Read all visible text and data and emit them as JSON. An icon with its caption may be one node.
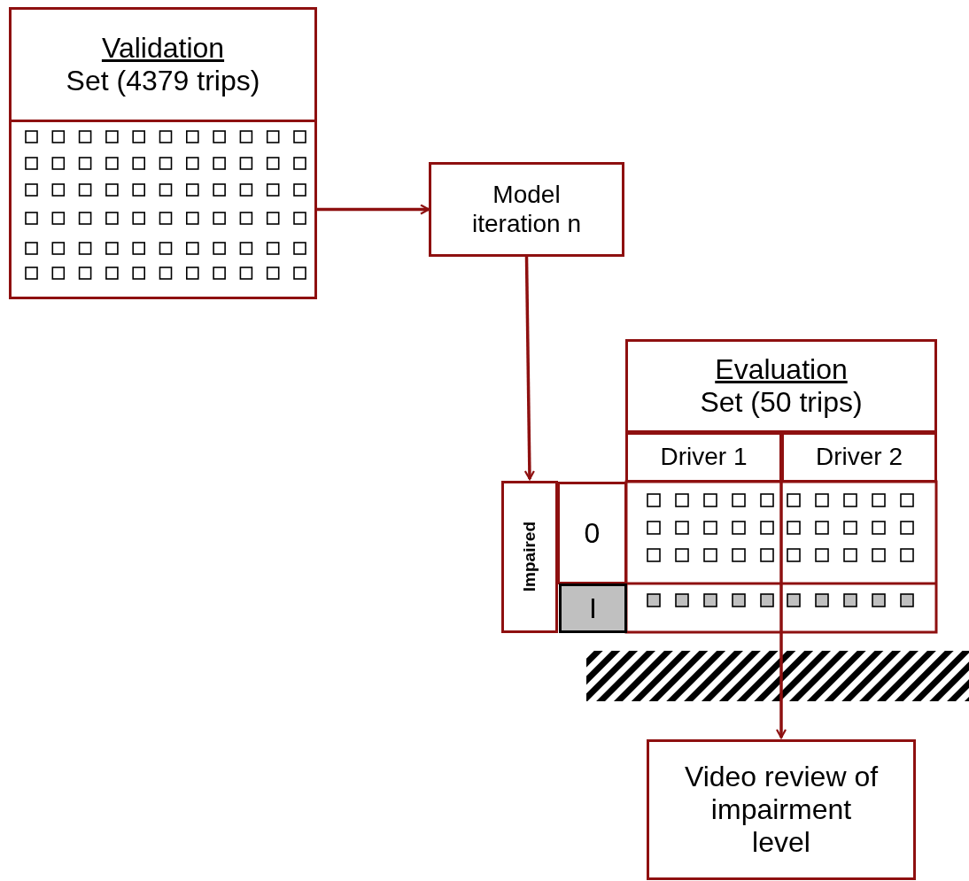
{
  "diagram": {
    "nodes": [
      {
        "text": [
          "Validation",
          "Set (4379 trips)"
        ]
      },
      {
        "text": [
          "Model iteration n"
        ]
      },
      {
        "text": [
          "Evaluation",
          "Set (50 trips)"
        ]
      },
      {
        "text": [
          "Driver 1"
        ]
      },
      {
        "text": [
          "Driver 2"
        ]
      },
      {
        "text": [
          "Impaired"
        ]
      },
      {
        "text": [
          "0"
        ]
      },
      {
        "text": [
          "I"
        ]
      },
      {
        "text": [
          "Video review of impairment level"
        ]
      }
    ],
    "edges": [
      {
        "from": 0,
        "to": 1,
        "arrow": "to"
      },
      {
        "from": 1,
        "to": 5,
        "arrow": "to"
      },
      {
        "from": 2,
        "to": 8,
        "arrow": "to"
      }
    ]
  }
}
